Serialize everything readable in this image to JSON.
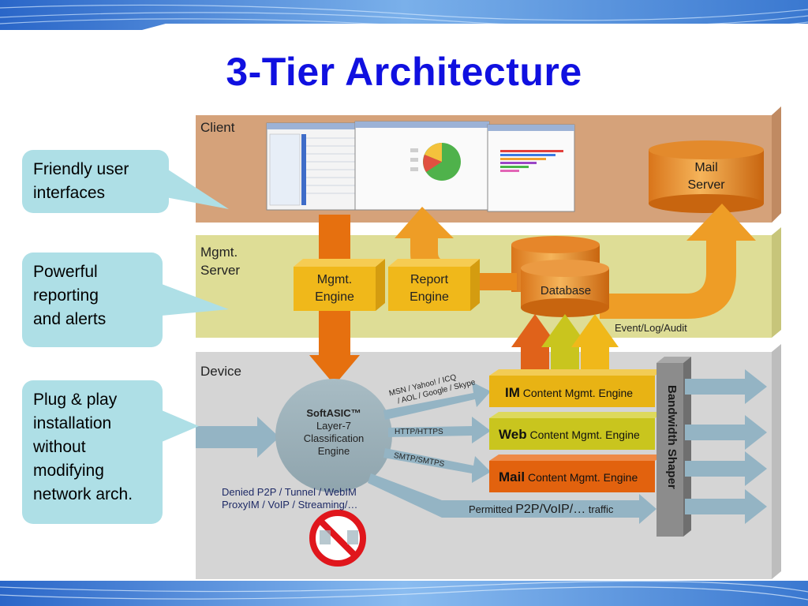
{
  "title": "3-Tier Architecture",
  "tiers": {
    "client": "Client",
    "mgmt": [
      "Mgmt.",
      "Server"
    ],
    "device": "Device"
  },
  "callouts": {
    "friendly": [
      "Friendly user",
      "interfaces"
    ],
    "reporting": [
      "Powerful",
      "reporting",
      "and alerts"
    ],
    "plug": [
      "Plug & play",
      "installation",
      "without",
      "modifying",
      "network arch."
    ]
  },
  "client": {
    "mail_server": [
      "Mail",
      "Server"
    ]
  },
  "mgmt": {
    "mgmt_engine": [
      "Mgmt.",
      "Engine"
    ],
    "report_engine": [
      "Report",
      "Engine"
    ],
    "database": "Database",
    "event_log": "Event/Log/Audit"
  },
  "device": {
    "softasic": [
      "SoftASIC™",
      "Layer-7",
      "Classification",
      "Engine"
    ],
    "flow_im": [
      "MSN / Yahoo! / ICQ",
      "/ AOL / Google / Skype"
    ],
    "flow_web": "HTTP/HTTPS",
    "flow_mail": "SMTP/SMTPS",
    "denied": [
      "Denied P2P / Tunnel / WebIM",
      "ProxyIM / VoIP / Streaming/…"
    ],
    "permitted": {
      "prefix": "Permitted ",
      "main": "P2P/VoIP/…",
      "suffix": " traffic"
    },
    "im_engine": {
      "name": "IM",
      "rest": " Content Mgmt. Engine"
    },
    "web_engine": {
      "name": "Web",
      "rest": " Content Mgmt. Engine"
    },
    "mail_engine": {
      "name": "Mail",
      "rest": " Content Mgmt. Engine"
    },
    "bandwidth_shaper": "Bandwidth Shaper"
  },
  "colors": {
    "title": "#1010e0",
    "client_panel": "#d5a27a",
    "mgmt_panel": "#dedd96",
    "device_panel": "#d5d5d5",
    "callout": "#aedfe6",
    "orange_arrow": "#e6700f",
    "gold": "#f0b81a",
    "im_box": "#e8b314",
    "web_box": "#c9c51e",
    "mail_box": "#e2620e",
    "shaper": "#8c8c8c",
    "flow_arrow": "#94b4c4"
  }
}
